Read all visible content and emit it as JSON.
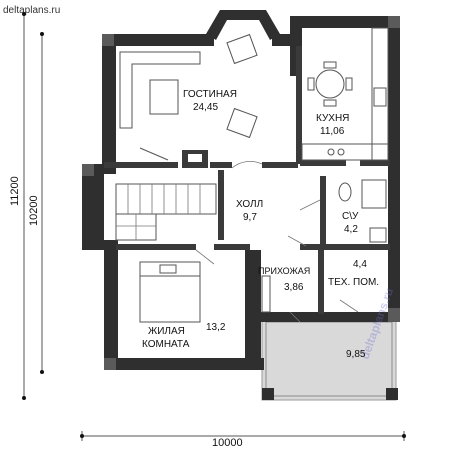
{
  "site": {
    "text": "deltaplans.ru"
  },
  "watermark": {
    "text": "deltaplans.ru"
  },
  "dimensions": {
    "width": "10000",
    "depth_outer": "11200",
    "depth_inner": "10200"
  },
  "rooms": {
    "living": {
      "name": "ГОСТИНАЯ",
      "area": "24,45"
    },
    "kitchen": {
      "name": "КУХНЯ",
      "area": "11,06"
    },
    "hall": {
      "name": "ХОЛЛ",
      "area": "9,7"
    },
    "wc": {
      "name": "С\\У",
      "area": "4,2"
    },
    "entry": {
      "name": "ПРИХОЖАЯ",
      "area": "3,86"
    },
    "tech": {
      "name": "ТЕХ. ПОМ.",
      "area": "4,4"
    },
    "bedroom": {
      "name_line1": "ЖИЛАЯ",
      "name_line2": "КОМНАТА",
      "area": "13,2"
    },
    "terrace": {
      "area": "9,85"
    }
  },
  "colors": {
    "wall": "#2f2f2f",
    "terrace": "#d9d9d9",
    "watermark": "#6b6bd0"
  }
}
